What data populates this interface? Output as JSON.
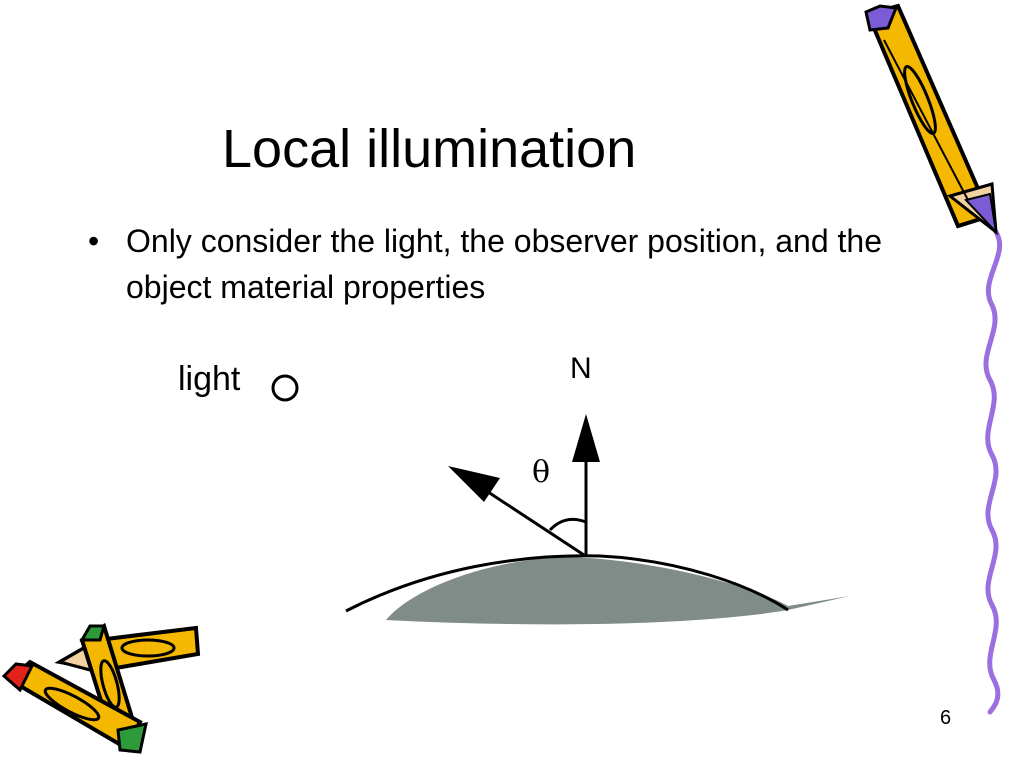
{
  "slide": {
    "title": "Local illumination",
    "bullets": [
      {
        "marker": "•",
        "text": "Only consider the light, the observer position, and the object material properties"
      }
    ],
    "diagram": {
      "light_label": "light",
      "normal_label": "N",
      "angle_label": "θ"
    },
    "page_number": "6"
  },
  "colors": {
    "surface_fill": "#7f8c88",
    "pencil_body": "#f5b800",
    "pencil_accent": "#7b5cd6",
    "squiggle": "#9b6fe0"
  }
}
